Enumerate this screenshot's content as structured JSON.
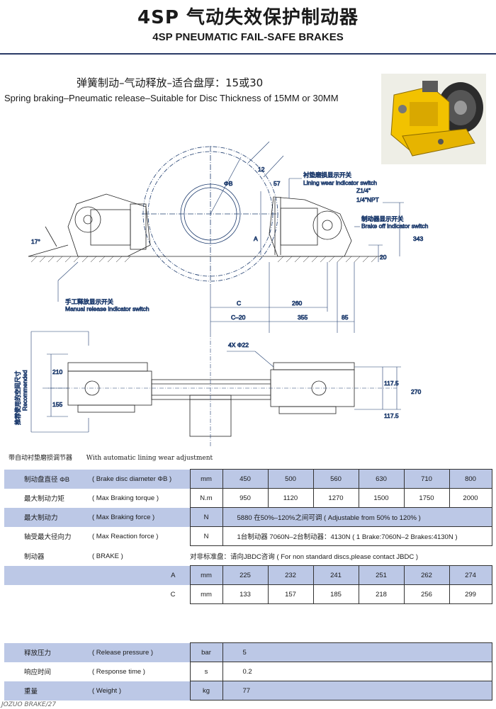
{
  "header": {
    "title_cn": "4SP 气动失效保护制动器",
    "title_en": "4SP PNEUMATIC FAIL-SAFE BRAKES"
  },
  "subtitle": {
    "cn": "弹簧制动–气动释放–适合盘厚：15或30",
    "en": "Spring braking–Pneumatic  release–Suitable for Disc Thickness of 15MM or 30MM"
  },
  "drawing": {
    "lining_wear_cn": "衬垫磨损显示开关",
    "lining_wear_en": "Lining wear indicator switch",
    "thread1": "Z1/4\"",
    "thread2": "1/4\"NPT",
    "brake_off_cn": "制动器显示开关",
    "brake_off_en": "Brake off indicator switch",
    "manual_cn": "手工释放显示开关",
    "manual_en": "Manual release indicator switch",
    "angle": "17°",
    "dim_phiB": "ΦB",
    "dim_12": "12",
    "dim_57": "57",
    "dim_A": "A",
    "dim_343": "343",
    "dim_20": "20",
    "dim_C": "C",
    "dim_260": "260",
    "dim_C20": "C–20",
    "dim_355": "355",
    "dim_85": "85",
    "holes": "4X Φ22",
    "dim_210": "210",
    "dim_155": "155",
    "dim_1175a": "117.5",
    "dim_1175b": "117.5",
    "dim_270": "270",
    "recommend_cn": "推荐使用的空间尺寸",
    "recommend_en": "Recommended"
  },
  "auto_note": {
    "cn": "带自动衬垫磨损调节器",
    "en": "With automatic lining wear adjustment"
  },
  "table1": [
    {
      "cn": "制动盘直径 ΦB",
      "en": "( Brake disc diameter ΦB )",
      "unit": "mm",
      "values": [
        "450",
        "500",
        "560",
        "630",
        "710",
        "800"
      ]
    },
    {
      "cn": "最大制动力矩",
      "en": "( Max Braking torque )",
      "unit": "N.m",
      "values": [
        "950",
        "1120",
        "1270",
        "1500",
        "1750",
        "2000"
      ]
    },
    {
      "cn": "最大制动力",
      "en": "( Max Braking force )",
      "unit": "N",
      "text": "5880  在50%–120%之间可调  ( Adjustable from 50% to 120% )"
    },
    {
      "cn": "轴受最大径向力",
      "en": "( Max Reaction force )",
      "unit": "N",
      "text": "1台制动器 7060N–2台制动器：4130N ( 1 Brake:7060N–2 Brakes:4130N )"
    }
  ],
  "table2": {
    "brake_cn": "制动器",
    "brake_en": "( BRAKE )",
    "note": "对非标准盘：请向JBDC咨询 ( For non standard discs,please contact JBDC )",
    "rows": [
      {
        "label": "A",
        "unit": "mm",
        "values": [
          "225",
          "232",
          "241",
          "251",
          "262",
          "274"
        ]
      },
      {
        "label": "C",
        "unit": "mm",
        "values": [
          "133",
          "157",
          "185",
          "218",
          "256",
          "299"
        ]
      }
    ],
    "tail": [
      {
        "cn": "释放压力",
        "en": "( Release pressure )",
        "unit": "bar",
        "value": "5"
      },
      {
        "cn": "响应时间",
        "en": "( Response time )",
        "unit": "s",
        "value": "0.2"
      },
      {
        "cn": "重量",
        "en": "( Weight )",
        "unit": "kg",
        "value": "77"
      }
    ]
  },
  "footer": "JOZUO BRAKE/27",
  "colors": {
    "table_blue": "#bcc8e6",
    "rule": "#2a3a66",
    "product_yellow": "#f2c200"
  }
}
